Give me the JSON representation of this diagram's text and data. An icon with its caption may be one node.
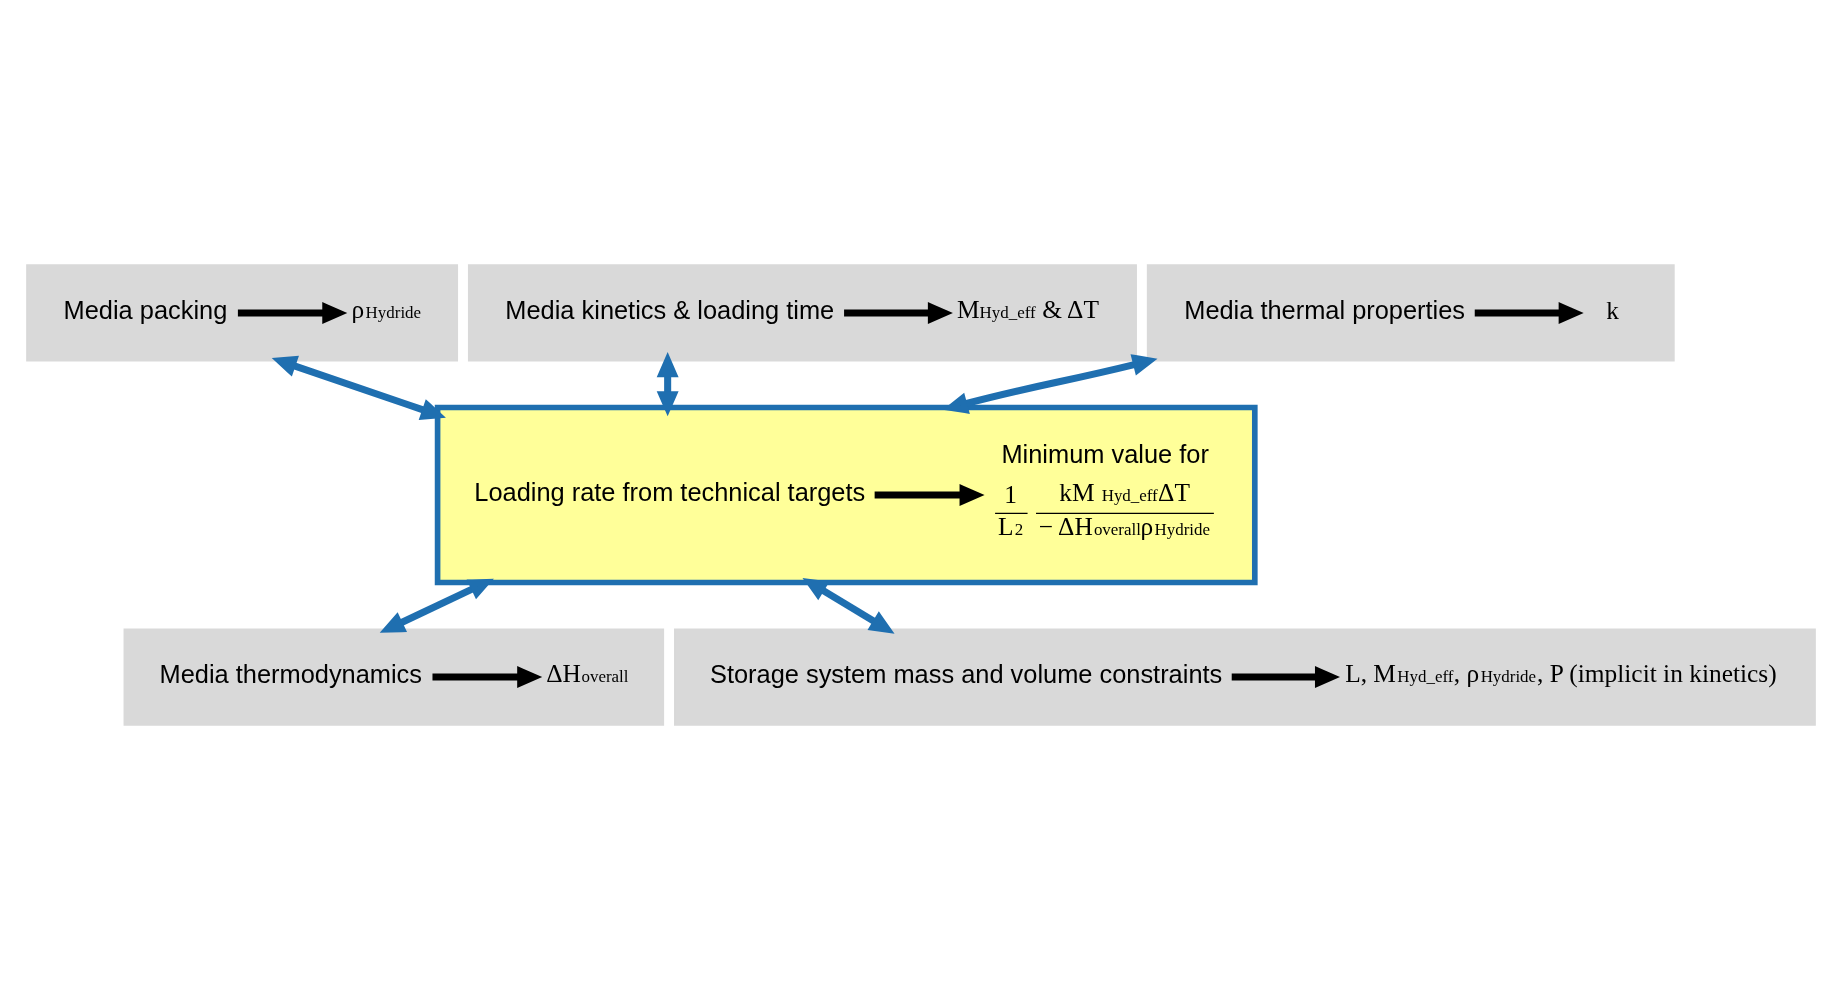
{
  "diagram": {
    "nodes": [
      {
        "text": [],
        "shape": "box"
      },
      {
        "text": [
          "Media packing"
        ],
        "in": 0
      },
      {
        "text": [
          "ρ$_{Hydride}$"
        ],
        "in": 0
      },
      {
        "text": [],
        "shape": "box"
      },
      {
        "text": [
          "Media kinetics & loading time"
        ],
        "in": 3
      },
      {
        "text": [
          "M$_{Hyd_eff}$ & ΔT"
        ],
        "in": 3
      },
      {
        "text": [],
        "shape": "box"
      },
      {
        "text": [
          "Media thermal properties"
        ],
        "in": 6
      },
      {
        "text": [
          "k"
        ],
        "in": 6
      },
      {
        "text": [],
        "shape": "box"
      },
      {
        "text": [
          "Loading rate from technical targets"
        ],
        "in": 9
      },
      {
        "text": [
          "Minimum value for",
          "1",
          "L$^{2}$",
          "kM $_{Hyd_eff}$ΔT",
          "− ΔH$_{overall}$ρ$_{Hydride}$"
        ],
        "in": 9
      },
      {
        "text": [],
        "shape": "box"
      },
      {
        "text": [
          "Media thermodynamics"
        ],
        "in": 12
      },
      {
        "text": [
          "ΔH$_{overall}$"
        ],
        "in": 12
      },
      {
        "text": [],
        "shape": "box"
      },
      {
        "text": [
          "Storage system mass and volume constraints"
        ],
        "in": 15
      },
      {
        "text": [
          "L, M$_{Hyd_eff}$, ρ$_{Hydride}$, P (implicit in kinetics)"
        ],
        "in": 15
      }
    ],
    "edges": [
      {
        "from": 1,
        "to": 2,
        "arrow": "to"
      },
      {
        "from": 4,
        "to": 5,
        "arrow": "to"
      },
      {
        "from": 7,
        "to": 8,
        "arrow": "to"
      },
      {
        "from": 10,
        "to": 11,
        "arrow": "to"
      },
      {
        "from": 13,
        "to": 14,
        "arrow": "to"
      },
      {
        "from": 16,
        "to": 17,
        "arrow": "to"
      },
      {
        "from": 0,
        "to": 9,
        "arrow": "both",
        "color": "#1f6fb0"
      },
      {
        "from": 3,
        "to": 9,
        "arrow": "both",
        "color": "#1f6fb0"
      },
      {
        "from": 6,
        "to": 9,
        "arrow": "both",
        "color": "#1f6fb0"
      },
      {
        "from": 9,
        "to": 12,
        "arrow": "both",
        "color": "#1f6fb0"
      },
      {
        "from": 9,
        "to": 15,
        "arrow": "both",
        "color": "#1f6fb0"
      }
    ]
  }
}
